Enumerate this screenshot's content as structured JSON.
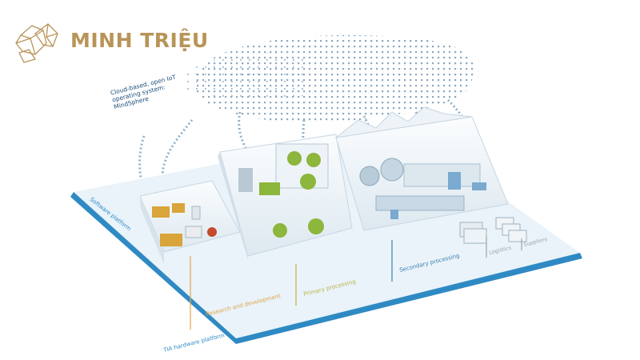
{
  "brand": {
    "name": "MINH TRIỆU",
    "color": "#b89458",
    "logo_icon": "crystal-diamond-logo"
  },
  "cloud": {
    "label": "Cloud-based, open IoT operating system: MindSphere"
  },
  "platforms": {
    "software": "Software platform",
    "hardware": "TIA hardware platform"
  },
  "stages": [
    {
      "id": "research",
      "label": "Research and development",
      "color": "#e3a44a"
    },
    {
      "id": "primary",
      "label": "Primary processing",
      "color": "#b9b44a"
    },
    {
      "id": "secondary",
      "label": "Secondary processing",
      "color": "#3e7fb0"
    },
    {
      "id": "logistics",
      "label": "Logistics",
      "color": "#9aa3ab"
    },
    {
      "id": "suppliers",
      "label": "Suppliers",
      "color": "#9aa3ab"
    }
  ],
  "colors": {
    "platform_blue": "#2f8ac4",
    "floor": "#e9f3f9",
    "wall": "#f2f6f9",
    "equipment_green": "#8cb63c",
    "data_dots": "#3d6e96"
  }
}
